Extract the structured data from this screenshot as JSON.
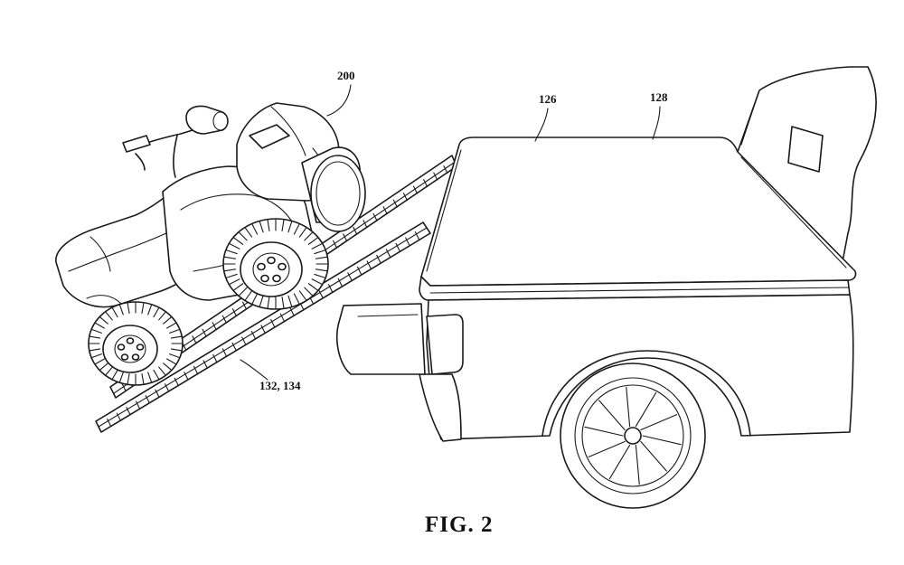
{
  "figure": {
    "caption": "FIG. 2",
    "labels": {
      "atv": "200",
      "cover_rear": "126",
      "cover_top": "128",
      "ramps": "132, 134"
    }
  }
}
